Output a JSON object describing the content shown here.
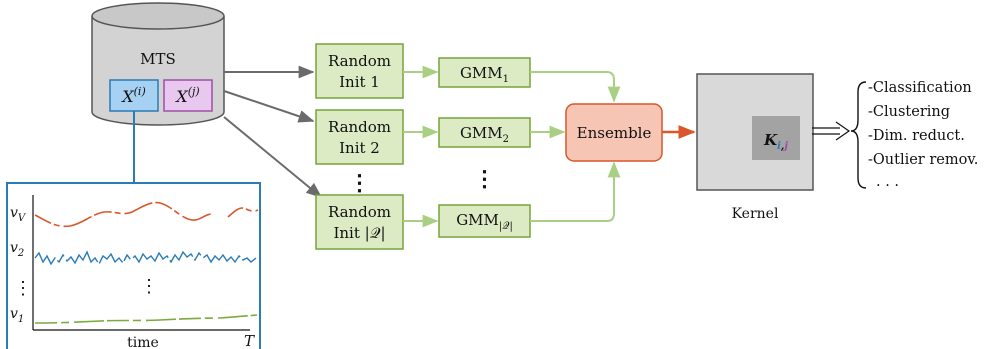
{
  "database": {
    "label": "MTS",
    "sample_i": "X",
    "sample_i_sup": "(i)",
    "sample_j": "X",
    "sample_j_sup": "(j)"
  },
  "random_inits": [
    {
      "line1": "Random",
      "line2": "Init 1"
    },
    {
      "line1": "Random",
      "line2": "Init 2"
    },
    {
      "line1": "Random",
      "line2": "Init |𝒬|"
    }
  ],
  "gmms": [
    {
      "base": "GMM",
      "sub": "1"
    },
    {
      "base": "GMM",
      "sub": "2"
    },
    {
      "base": "GMM",
      "sub": "|𝒬|"
    }
  ],
  "vdots": "⋮",
  "ensemble": {
    "label": "Ensemble"
  },
  "kernel": {
    "label": "Kernel",
    "cell_base": "K",
    "cell_i": "i",
    "cell_sep": ",",
    "cell_j": "j"
  },
  "tasks": [
    "-Classification",
    "-Clustering",
    "-Dim. reduct.",
    "-Outlier remov.",
    ". . ."
  ],
  "timeseries": {
    "var_labels": [
      "v",
      "v",
      "v"
    ],
    "var_subs": [
      "V",
      "2",
      "1"
    ],
    "xlabel": "time",
    "xend": "T"
  },
  "colors": {
    "green_fill": "#dcebc4",
    "green_stroke": "#76a43a",
    "green_arrow": "#a8cf84",
    "gray_arrow": "#6b6b6b",
    "ensemble_fill": "#f6c5b3",
    "ensemble_stroke": "#d9572b",
    "blue": "#2a7bb6",
    "purple": "#9c4fa6",
    "orange": "#d9572b",
    "series_green": "#7aab3c"
  }
}
